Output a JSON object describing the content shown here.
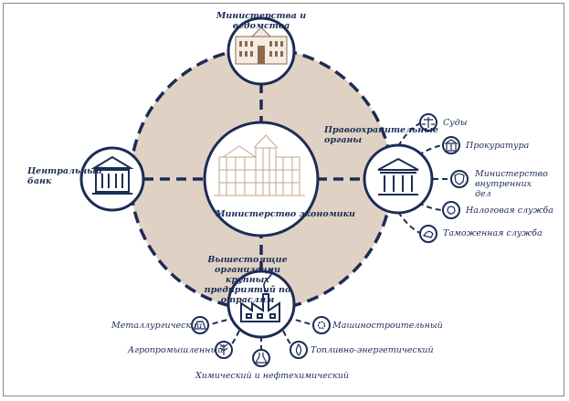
{
  "center": {
    "label": "Министерство экономики"
  },
  "nodes": {
    "top": "Министерства и ведомства",
    "left": "Центральный банк",
    "right": "Правоохранительные органы",
    "bottom": "Вышестоящие организации крупных предприятий по отраслям"
  },
  "law_enforcement": [
    {
      "label": "Суды",
      "icon": "scales-icon"
    },
    {
      "label": "Прокуратура",
      "icon": "building-icon"
    },
    {
      "label": "Министерство внутренних дел",
      "icon": "police-badge-icon"
    },
    {
      "label": "Налоговая служба",
      "icon": "coin-icon"
    },
    {
      "label": "Таможенная служба",
      "icon": "customs-icon"
    }
  ],
  "industries": [
    {
      "label": "Металлургический",
      "icon": "ingot-icon"
    },
    {
      "label": "Агропромышленный",
      "icon": "wheat-icon"
    },
    {
      "label": "Химический и нефтехимический",
      "icon": "flask-icon"
    },
    {
      "label": "Топливно-энергетический",
      "icon": "fuel-icon"
    },
    {
      "label": "Машиностроительный",
      "icon": "gear-icon"
    }
  ],
  "colors": {
    "navy": "#1c2c55",
    "beige": "#dfd2c4",
    "sketch": "#c2a68a"
  }
}
